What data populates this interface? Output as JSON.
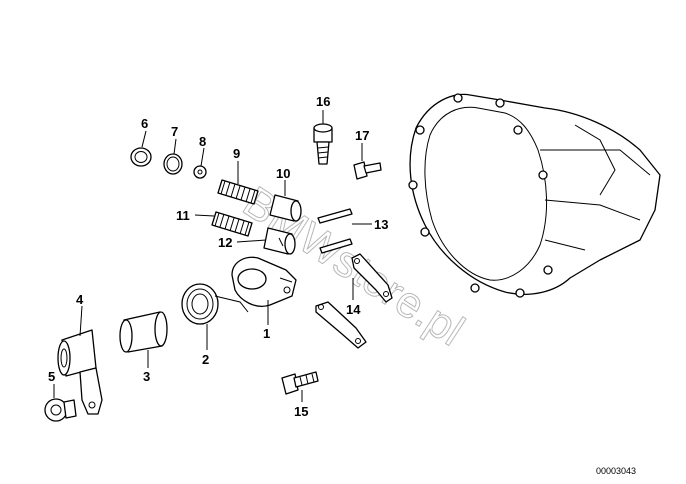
{
  "callouts": [
    "1",
    "2",
    "3",
    "4",
    "5",
    "6",
    "7",
    "8",
    "9",
    "10",
    "11",
    "12",
    "13",
    "14",
    "15",
    "16",
    "17"
  ],
  "watermark": "BMWstore.pl",
  "diagram_code": "00003043"
}
